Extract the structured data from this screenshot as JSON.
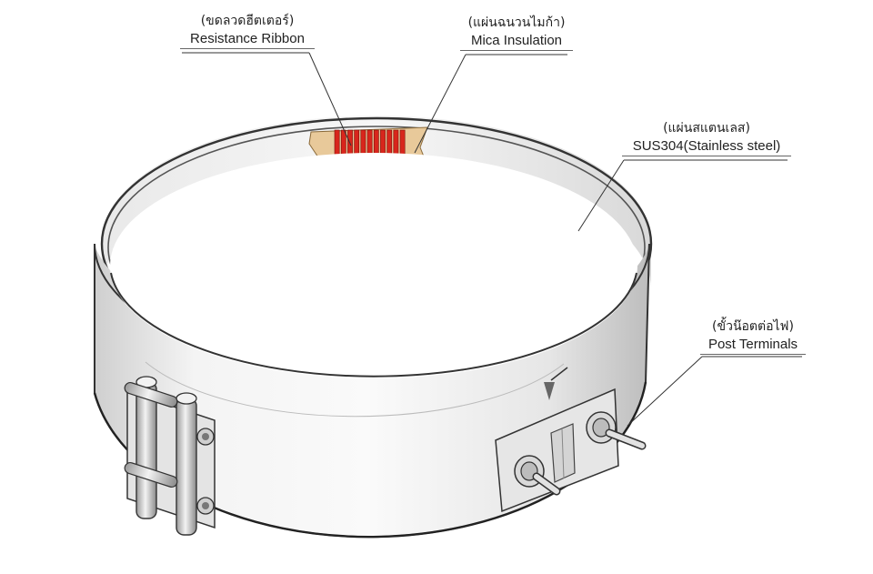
{
  "labels": {
    "resistance_ribbon": {
      "th": "(ขดลวดฮีตเตอร์)",
      "en": "Resistance Ribbon"
    },
    "mica_insulation": {
      "th": "(แผ่นฉนวนไมก้า)",
      "en": "Mica Insulation"
    },
    "stainless_steel": {
      "th": "(แผ่นสแตนเลส)",
      "en": "SUS304(Stainless steel)"
    },
    "post_terminals": {
      "th": "(ขั้วน๊อตต่อไฟ)",
      "en": "Post Terminals"
    }
  },
  "colors": {
    "ribbon": "#d8261c",
    "mica": "#e8c99a",
    "steel_light": "#f2f2f2",
    "steel_dark": "#bdbdbd",
    "outline": "#333333"
  }
}
